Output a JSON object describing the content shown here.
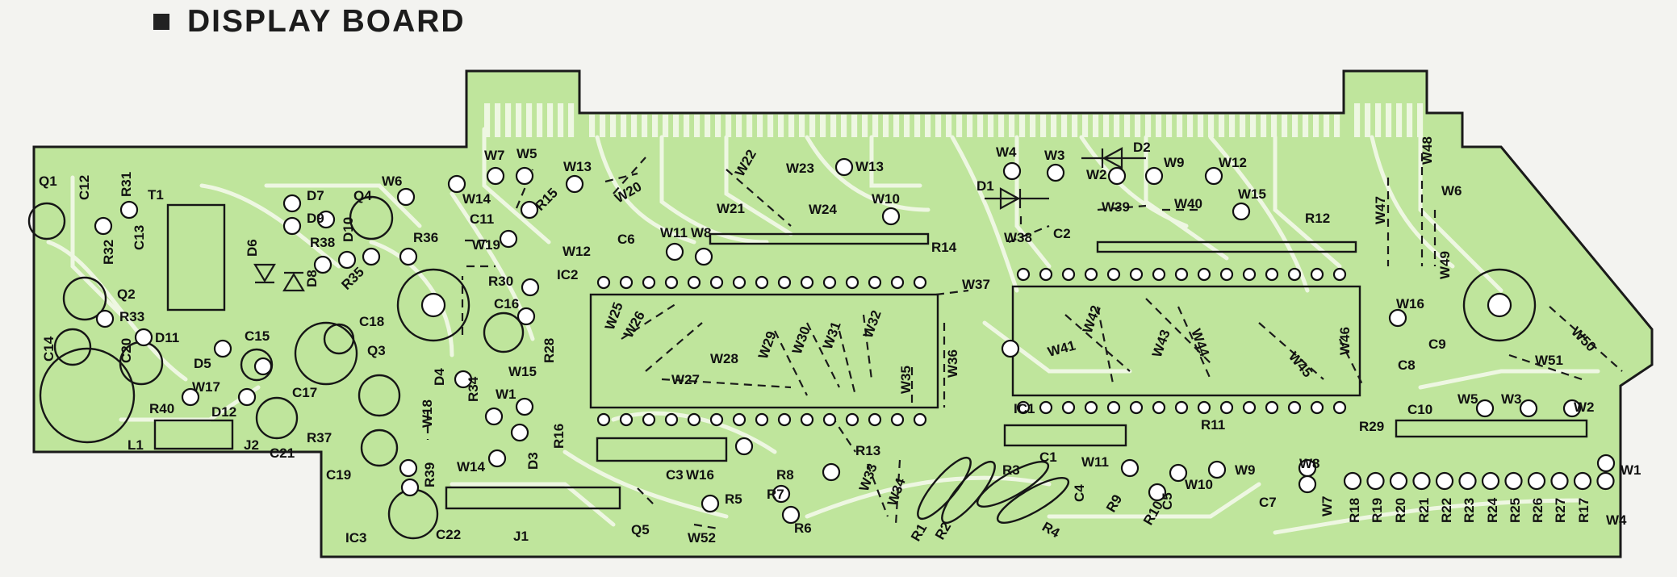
{
  "heading": {
    "title": "DISPLAY BOARD"
  },
  "colors": {
    "board": "#bfe59c",
    "outline": "#1a1a1a",
    "trace": "#eef7e2",
    "text": "#111111"
  },
  "labels": {
    "q1": "Q1",
    "c12": "C12",
    "r31": "R31",
    "t1": "T1",
    "r32": "R32",
    "c13": "C13",
    "d6": "D6",
    "d8": "D8",
    "d7": "D7",
    "d9": "D9",
    "d10": "D10",
    "r38": "R38",
    "q4": "Q4",
    "r35": "R35",
    "q2": "Q2",
    "r33": "R33",
    "c14": "C14",
    "c20": "C20",
    "d11": "D11",
    "c15": "C15",
    "d5": "D5",
    "w17": "W17",
    "r40": "R40",
    "d12": "D12",
    "l1": "L1",
    "j2": "J2",
    "c21": "C21",
    "c17": "C17",
    "r37": "R37",
    "c18": "C18",
    "q3": "Q3",
    "r36": "R36",
    "w6a": "W6",
    "w7a": "W7",
    "w5a": "W5",
    "w13a": "W13",
    "w14a": "W14",
    "c11": "C11",
    "w19": "W19",
    "r15": "R15",
    "w12a": "W12",
    "w20": "W20",
    "r30": "R30",
    "c16": "C16",
    "ic2": "IC2",
    "d4": "D4",
    "r34": "R34",
    "w15a": "W15",
    "w1a": "W1",
    "r28": "R28",
    "w18": "W18",
    "r16": "R16",
    "d3": "D3",
    "w14b": "W14",
    "c19": "C19",
    "r39": "R39",
    "ic3": "IC3",
    "c22": "C22",
    "j1": "J1",
    "q5": "Q5",
    "c6": "C6",
    "w11a": "W11",
    "w8a": "W8",
    "w21": "W21",
    "w22": "W22",
    "w23": "W23",
    "w13b": "W13",
    "w24": "W24",
    "w10a": "W10",
    "r14": "R14",
    "w25": "W25",
    "w26": "W26",
    "w27": "W27",
    "w28": "W28",
    "w29": "W29",
    "w30": "W30",
    "w31": "W31",
    "w32": "W32",
    "w35": "W35",
    "w36": "W36",
    "w37": "W37",
    "c3": "C3",
    "w16a": "W16",
    "r13": "R13",
    "r8": "R8",
    "r7": "R7",
    "r6": "R6",
    "r5": "R5",
    "w52": "W52",
    "w33": "W33",
    "w34": "W34",
    "r1": "R1",
    "r2": "R2",
    "r3": "R3",
    "r4": "R4",
    "c1": "C1",
    "ic1": "IC1",
    "w4a": "W4",
    "w3a": "W3",
    "d2": "D2",
    "w2a": "W2",
    "w9a": "W9",
    "w12b": "W12",
    "d1": "D1",
    "w38": "W38",
    "c2": "C2",
    "w39": "W39",
    "w40": "W40",
    "w15b": "W15",
    "r12": "R12",
    "w41": "W41",
    "w42": "W42",
    "w43": "W43",
    "w44": "W44",
    "w45": "W45",
    "w46": "W46",
    "w16b": "W16",
    "w47": "W47",
    "w48": "W48",
    "w49": "W49",
    "w6b": "W6",
    "w50": "W50",
    "c9": "C9",
    "w51": "W51",
    "c8": "C8",
    "w5b": "W5",
    "w3b": "W3",
    "w2b": "W2",
    "c10": "C10",
    "r11": "R11",
    "r29": "R29",
    "w11b": "W11",
    "w8b": "W8",
    "c4": "C4",
    "r9": "R9",
    "r10": "R10",
    "c5": "C5",
    "w10b": "W10",
    "w9b": "W9",
    "c7": "C7",
    "w7b": "W7",
    "r18": "R18",
    "r19": "R19",
    "r20": "R20",
    "r21": "R21",
    "r22": "R22",
    "r23": "R23",
    "r24": "R24",
    "r25": "R25",
    "r26": "R26",
    "r27": "R27",
    "r17": "R17",
    "w1b": "W1",
    "w4b": "W4"
  }
}
